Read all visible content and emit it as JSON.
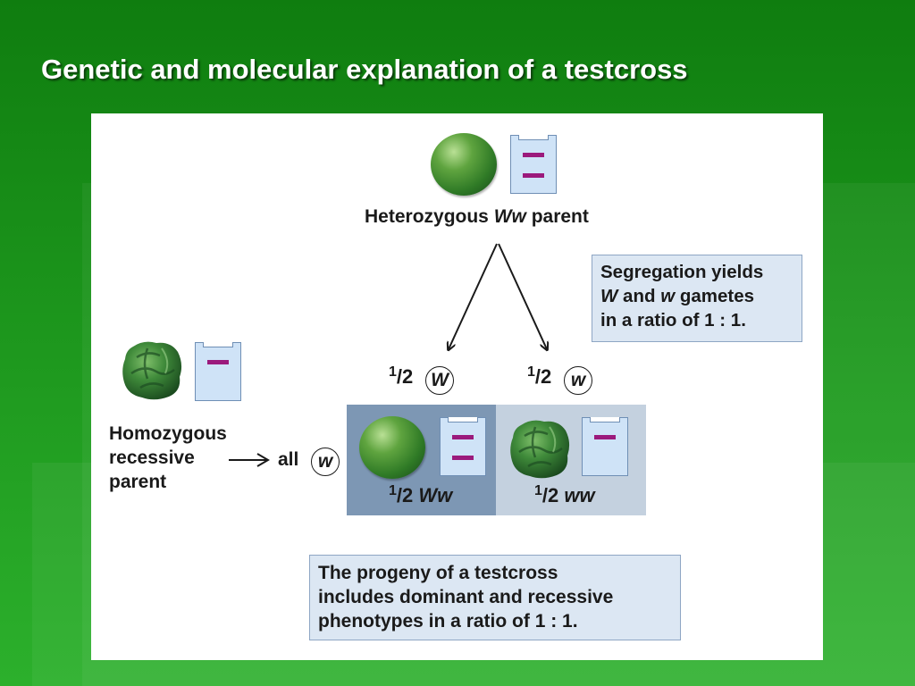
{
  "slide": {
    "title": "Genetic and molecular explanation of a testcross"
  },
  "diagram": {
    "het_parent": {
      "label_prefix": "Heterozygous ",
      "genotype": "Ww",
      "label_suffix": " parent"
    },
    "segregation_note": {
      "line1": "Segregation yields",
      "line2_a": "W",
      "line2_b": " and ",
      "line2_c": "w",
      "line2_d": " gametes",
      "line3": "in a ratio of 1 : 1."
    },
    "gametes": [
      {
        "num": "1",
        "den": "/2",
        "allele": "W"
      },
      {
        "num": "1",
        "den": "/2",
        "allele": "w"
      }
    ],
    "hom_parent": {
      "line1": "Homozygous",
      "line2": "recessive",
      "line3": "parent",
      "all_label": "all",
      "allele": "w"
    },
    "progeny": [
      {
        "num": "1",
        "den": "/2",
        "genotype": "Ww"
      },
      {
        "num": "1",
        "den": "/2",
        "genotype": "ww"
      }
    ],
    "progeny_note": {
      "line1": "The progeny of a testcross",
      "line2": "includes dominant and recessive",
      "line3": "phenotypes in a ratio of 1 : 1."
    },
    "colors": {
      "background_green": "#1c951c",
      "band_purple": "#9b1a7c",
      "progeny_dark_cell": "#7d97b4",
      "progeny_light_cell": "#c4d1df",
      "note_box": "#dce7f3"
    },
    "icons": [
      "smooth-pea-icon",
      "wrinkled-pea-icon",
      "gel-lane-icon",
      "arrow-icon"
    ]
  }
}
